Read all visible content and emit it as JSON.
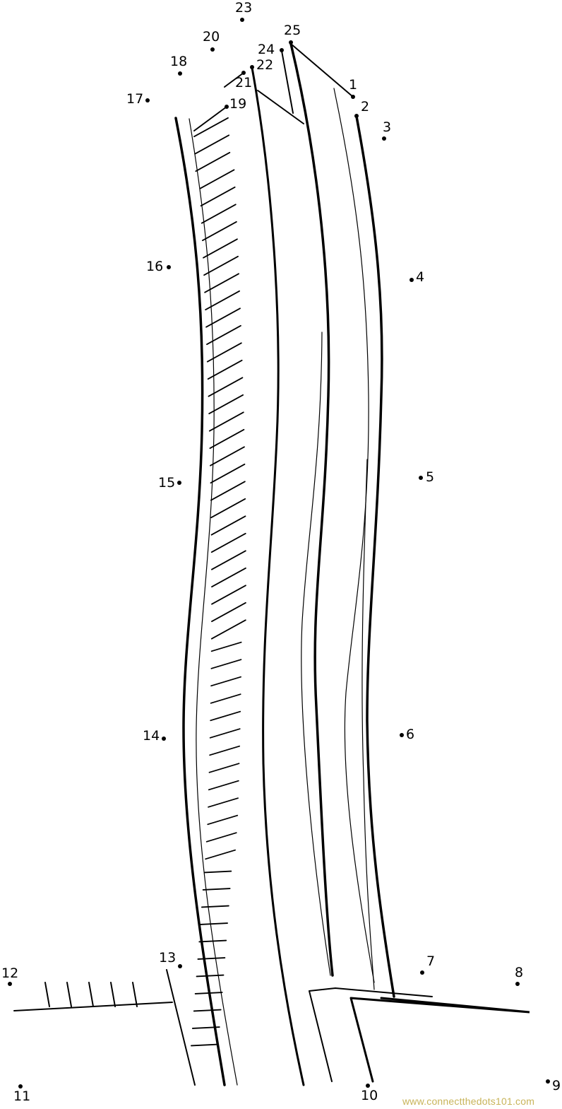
{
  "dots": {
    "labels": [
      "1",
      "2",
      "3",
      "4",
      "5",
      "6",
      "7",
      "8",
      "9",
      "10",
      "11",
      "12",
      "13",
      "14",
      "15",
      "16",
      "17",
      "18",
      "19",
      "20",
      "21",
      "22",
      "23",
      "24",
      "25"
    ]
  },
  "watermark": "www.connectthedots101.com",
  "colors": {
    "ink": "#000000",
    "watermark": "#c8b45a"
  }
}
